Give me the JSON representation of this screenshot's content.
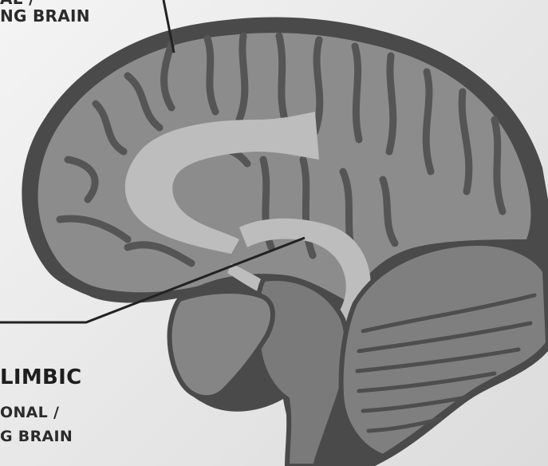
{
  "labels": {
    "top_region": {
      "line1": "AL /",
      "line2": "NG BRAIN"
    },
    "limbic_region": {
      "title": "LIMBIC",
      "line1": "ONAL /",
      "line2": "G BRAIN"
    }
  },
  "colors": {
    "background": "#ececec",
    "brain_outline": "#4a4a4a",
    "cortex_fill": "#8c8c8c",
    "sulci": "#555555",
    "limbic_highlight": "#bdbdbd",
    "cerebellum_fill": "#7f7f7f",
    "leader_line": "#222222",
    "text": "#2b2b2b"
  }
}
